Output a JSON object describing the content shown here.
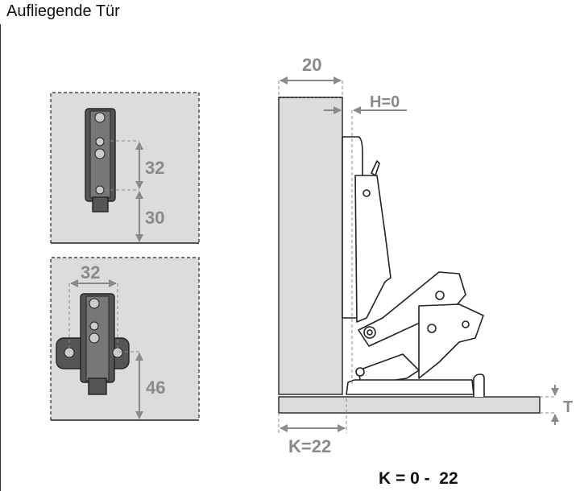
{
  "title": "Aufliegende Tür",
  "top_panel": {
    "spacing_label": "32",
    "distance_label": "30"
  },
  "bottom_panel": {
    "spacing_label": "32",
    "distance_label": "46"
  },
  "side_view": {
    "door_thickness_label": "20",
    "h_label": "H=0",
    "k_label": "K=22",
    "t_label": "T"
  },
  "k_range": "K = 0 -  22",
  "colors": {
    "panel": "#dcdcdc",
    "dimension": "#8a8a8a",
    "outline": "#222222"
  }
}
